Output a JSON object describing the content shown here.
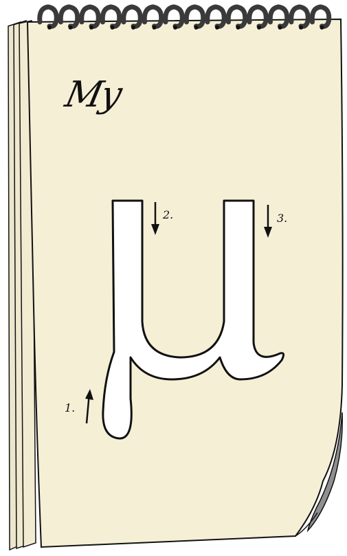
{
  "page": {
    "heading": "My",
    "letter": "μ",
    "steps": [
      "1.",
      "2.",
      "3."
    ]
  },
  "colors": {
    "paper": "#f5efd6",
    "outline": "#111111",
    "curl": "#8f8f8f",
    "letter_fill": "#ffffff",
    "binding": "#3a3a3a"
  },
  "icons": {
    "binding": "spiral-binding-icon",
    "arrow": "stroke-direction-arrow-icon"
  }
}
